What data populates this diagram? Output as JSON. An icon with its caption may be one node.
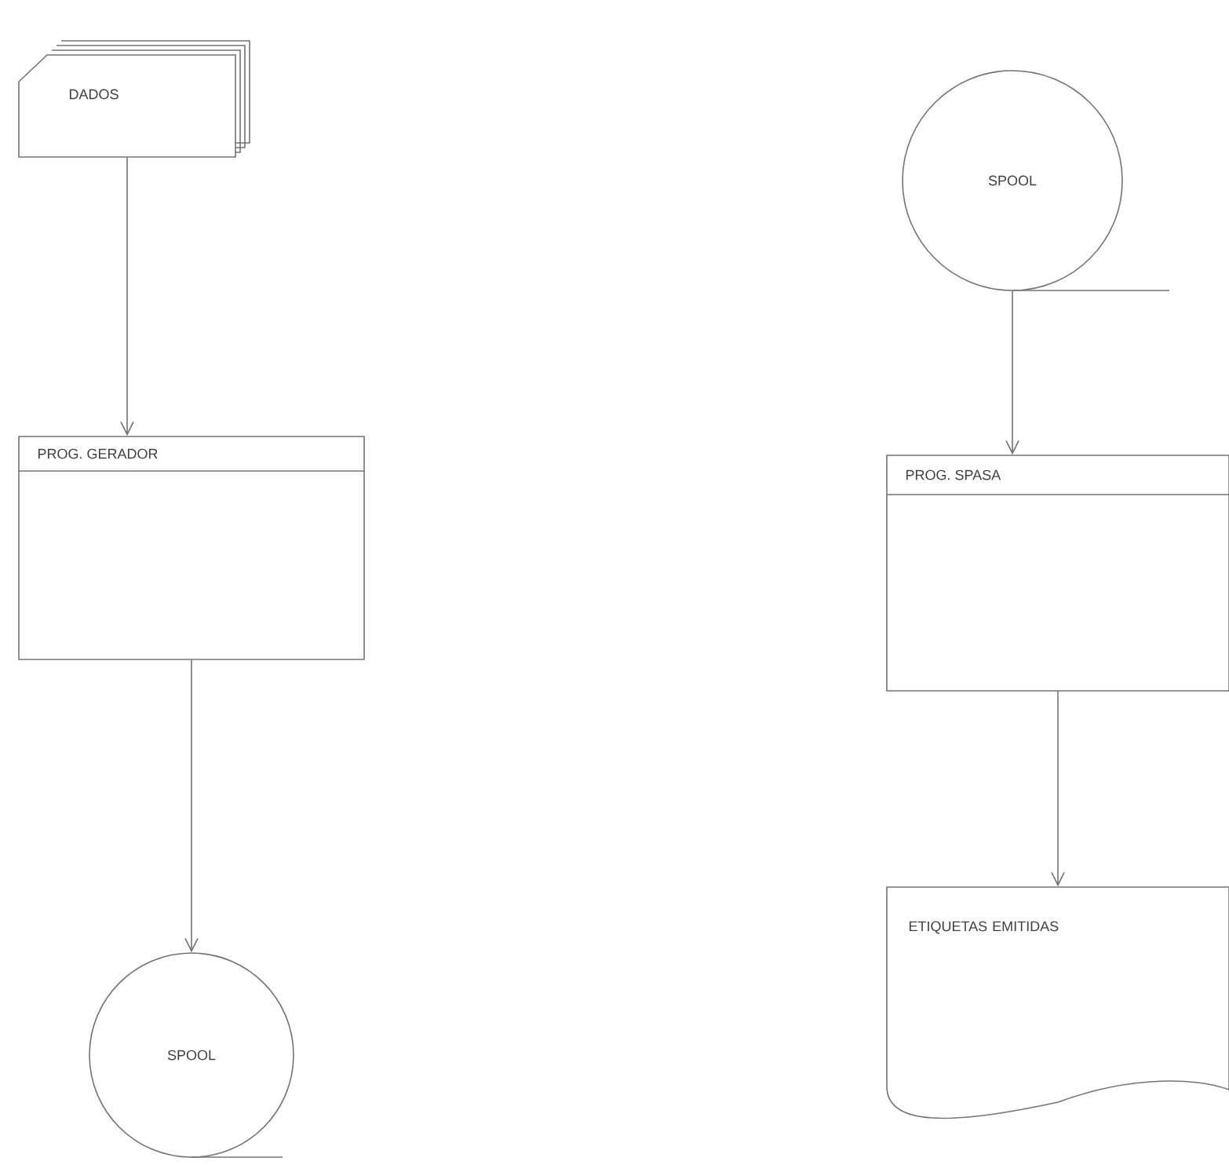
{
  "diagram": {
    "nodes": [
      {
        "text": [
          "DADOS"
        ]
      },
      {
        "text": [
          "PROG. GERADOR"
        ]
      },
      {
        "text": [
          "SPOOL"
        ]
      },
      {
        "text": [
          "SPOOL"
        ]
      },
      {
        "text": [
          "PROG. SPASA"
        ]
      },
      {
        "text": [
          "ETIQUETAS EMITIDAS"
        ]
      }
    ],
    "edges": [
      {
        "from": 0,
        "to": 1,
        "arrow": "to"
      },
      {
        "from": 1,
        "to": 2,
        "arrow": "to"
      },
      {
        "from": 3,
        "to": 4,
        "arrow": "to"
      },
      {
        "from": 4,
        "to": 5,
        "arrow": "to"
      }
    ]
  }
}
